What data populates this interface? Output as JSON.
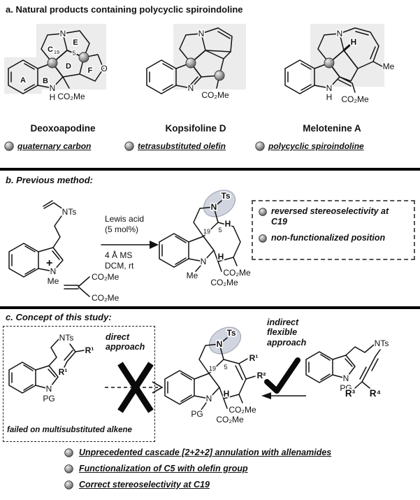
{
  "panel_a": {
    "title": "a. Natural products containing polycyclic spiroindoline",
    "names": [
      "Deoxoapodine",
      "Kopsifoline D",
      "Melotenine A"
    ],
    "legend": [
      "quaternary carbon",
      "tetrasubstituted olefin",
      "polycyclic spiroindoline"
    ]
  },
  "panel_b": {
    "title": "b. Previous method:",
    "plus": "+",
    "conditions_top": [
      "Lewis acid",
      "(5 mol%)"
    ],
    "conditions_bottom": [
      "4 Å MS",
      "DCM, rt"
    ],
    "annotations": [
      "reversed stereoselectivity at C19",
      "non-functionalized position"
    ]
  },
  "panel_c": {
    "title": "c. Concept of this study:",
    "direct_label": [
      "direct",
      "approach"
    ],
    "indirect_label": [
      "indirect",
      "flexible",
      "approach"
    ],
    "failed_note": "failed on multisubstituted alkene",
    "bullets": [
      "Unprecedented cascade [2+2+2] annulation with allenamides",
      "Functionalization of C5 with olefin group",
      "Correct stereoselectivity at C19"
    ]
  },
  "atoms": {
    "N": "N",
    "H": "H",
    "O": "O",
    "Me": "Me",
    "Ts": "Ts",
    "NTs": "NTs",
    "PG": "PG",
    "CO2Me": "CO₂Me",
    "R1": "R¹",
    "R2": "R²",
    "R3": "R³",
    "R4": "R⁴",
    "C": "C",
    "sub19": "19",
    "loc19": "19",
    "loc5": "5",
    "ringA": "A",
    "ringB": "B",
    "ringD": "D",
    "ringE": "E",
    "ringF": "F"
  }
}
